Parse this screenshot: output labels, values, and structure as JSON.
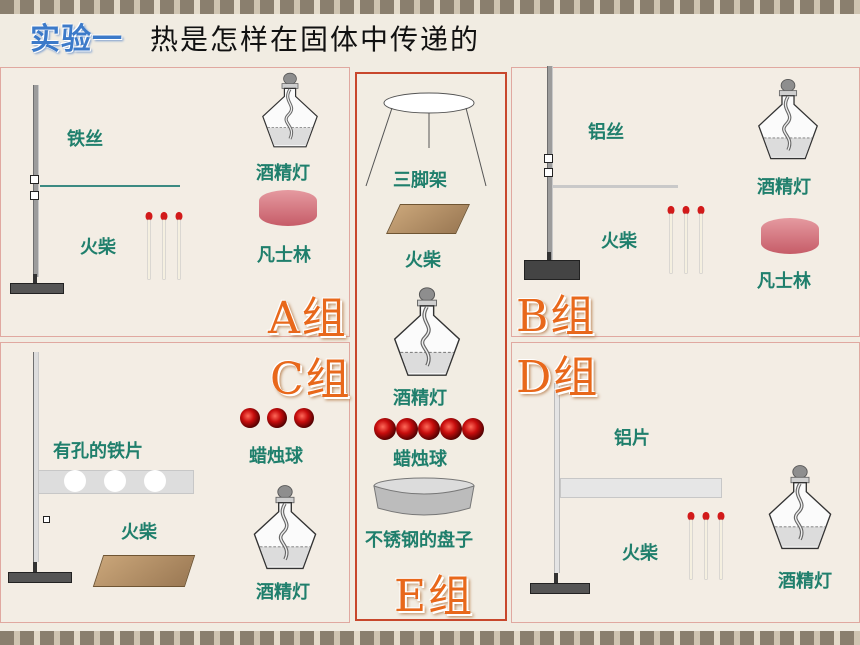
{
  "title": {
    "tag": "实验一",
    "heading": "热是怎样在固体中传递的"
  },
  "groups": {
    "a": {
      "name": "A组",
      "wire_label": "铁丝",
      "match_label": "火柴",
      "lamp_label": "酒精灯",
      "vaseline_label": "凡士林"
    },
    "b": {
      "name": "B组",
      "wire_label": "铝丝",
      "match_label": "火柴",
      "lamp_label": "酒精灯",
      "vaseline_label": "凡士林"
    },
    "c": {
      "name": "C组",
      "plate_label": "有孔的铁片",
      "ball_label": "蜡烛球",
      "match_label": "火柴",
      "lamp_label": "酒精灯"
    },
    "d": {
      "name": "D组",
      "sheet_label": "铝片",
      "match_label": "火柴",
      "lamp_label": "酒精灯"
    },
    "e": {
      "name": "E组",
      "tripod_label": "三脚架",
      "match_label": "火柴",
      "lamp_label": "酒精灯",
      "ball_label": "蜡烛球",
      "plate_label": "不锈钢的盘子"
    }
  },
  "colors": {
    "label": "#1f7f6c",
    "group": "#e8681b",
    "panel_e_border": "#c8472c"
  }
}
